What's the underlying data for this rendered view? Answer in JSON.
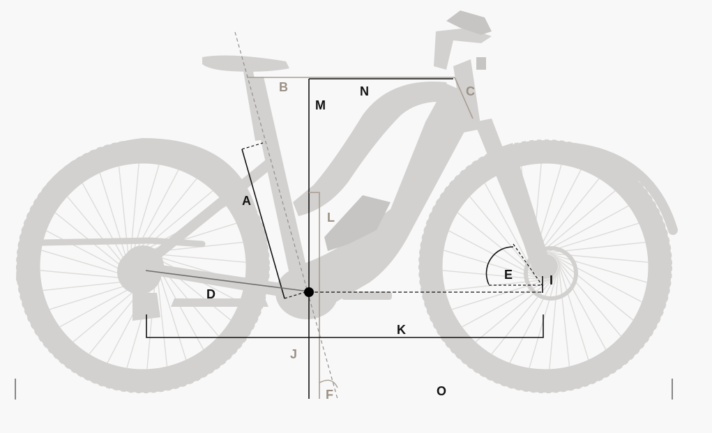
{
  "colors": {
    "background": "#f8f8f8",
    "bike": "#d2d1cf",
    "bike_detail": "#bdbcba",
    "black_line": "#111111",
    "tan_line": "#a89e92",
    "label_black": "#111111",
    "label_tan": "#9c9085"
  },
  "labels": {
    "A": "A",
    "B": "B",
    "C": "C",
    "D": "D",
    "E": "E",
    "F": "F",
    "I": "I",
    "J": "J",
    "K": "K",
    "L": "L",
    "M": "M",
    "N": "N",
    "O": "O"
  }
}
